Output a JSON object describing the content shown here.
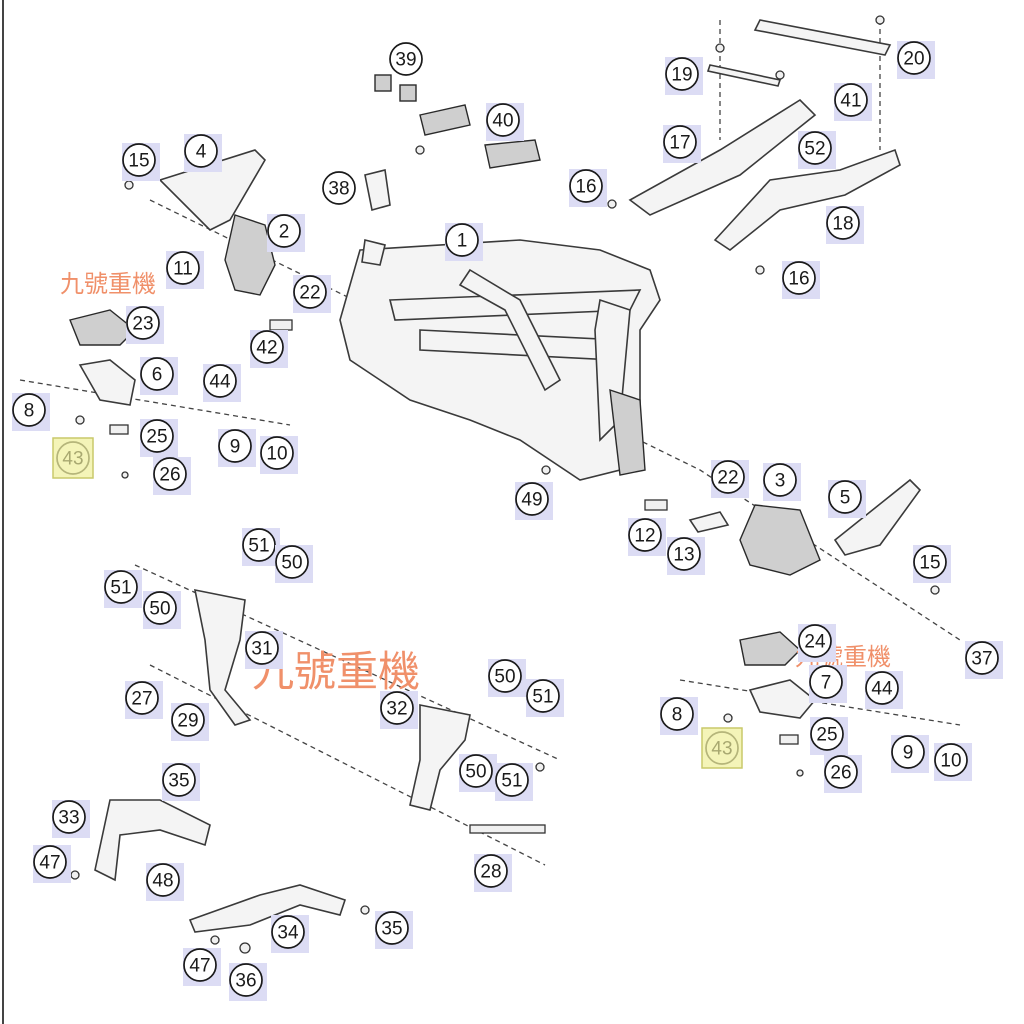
{
  "diagram": {
    "callouts": [
      {
        "label": "39",
        "style": "white"
      },
      {
        "label": "40",
        "style": "blue"
      },
      {
        "label": "38",
        "style": "white"
      },
      {
        "label": "1",
        "style": "blue"
      },
      {
        "label": "15",
        "style": "blue"
      },
      {
        "label": "4",
        "style": "blue"
      },
      {
        "label": "2",
        "style": "blue"
      },
      {
        "label": "11",
        "style": "blue"
      },
      {
        "label": "22",
        "style": "blue"
      },
      {
        "label": "23",
        "style": "blue"
      },
      {
        "label": "42",
        "style": "blue"
      },
      {
        "label": "6",
        "style": "blue"
      },
      {
        "label": "44",
        "style": "blue"
      },
      {
        "label": "8",
        "style": "blue"
      },
      {
        "label": "25",
        "style": "blue"
      },
      {
        "label": "9",
        "style": "blue"
      },
      {
        "label": "10",
        "style": "blue"
      },
      {
        "label": "43",
        "style": "highlight"
      },
      {
        "label": "26",
        "style": "blue"
      },
      {
        "label": "49",
        "style": "blue"
      },
      {
        "label": "19",
        "style": "blue"
      },
      {
        "label": "20",
        "style": "blue"
      },
      {
        "label": "41",
        "style": "blue"
      },
      {
        "label": "17",
        "style": "blue"
      },
      {
        "label": "52",
        "style": "blue"
      },
      {
        "label": "16",
        "style": "blue"
      },
      {
        "label": "18",
        "style": "blue"
      },
      {
        "label": "16",
        "style": "blue"
      },
      {
        "label": "22",
        "style": "blue"
      },
      {
        "label": "3",
        "style": "blue"
      },
      {
        "label": "5",
        "style": "blue"
      },
      {
        "label": "12",
        "style": "blue"
      },
      {
        "label": "13",
        "style": "blue"
      },
      {
        "label": "15",
        "style": "blue"
      },
      {
        "label": "24",
        "style": "blue"
      },
      {
        "label": "37",
        "style": "blue"
      },
      {
        "label": "7",
        "style": "blue"
      },
      {
        "label": "44",
        "style": "blue"
      },
      {
        "label": "8",
        "style": "blue"
      },
      {
        "label": "25",
        "style": "blue"
      },
      {
        "label": "43",
        "style": "highlight"
      },
      {
        "label": "9",
        "style": "blue"
      },
      {
        "label": "10",
        "style": "blue"
      },
      {
        "label": "26",
        "style": "blue"
      },
      {
        "label": "51",
        "style": "blue"
      },
      {
        "label": "50",
        "style": "blue"
      },
      {
        "label": "51",
        "style": "blue"
      },
      {
        "label": "50",
        "style": "blue"
      },
      {
        "label": "31",
        "style": "blue"
      },
      {
        "label": "27",
        "style": "blue"
      },
      {
        "label": "29",
        "style": "blue"
      },
      {
        "label": "32",
        "style": "blue"
      },
      {
        "label": "50",
        "style": "blue"
      },
      {
        "label": "51",
        "style": "blue"
      },
      {
        "label": "50",
        "style": "blue"
      },
      {
        "label": "51",
        "style": "blue"
      },
      {
        "label": "35",
        "style": "blue"
      },
      {
        "label": "33",
        "style": "blue"
      },
      {
        "label": "47",
        "style": "blue"
      },
      {
        "label": "48",
        "style": "blue"
      },
      {
        "label": "28",
        "style": "blue"
      },
      {
        "label": "34",
        "style": "blue"
      },
      {
        "label": "35",
        "style": "blue"
      },
      {
        "label": "47",
        "style": "blue"
      },
      {
        "label": "36",
        "style": "blue"
      }
    ],
    "watermarks": [
      {
        "text": "九號重機",
        "size": "small"
      },
      {
        "text": "九號重機",
        "size": "big"
      },
      {
        "text": "九號重機",
        "size": "small"
      }
    ]
  },
  "colors": {
    "callout_blue_fill": "#dcdcf4",
    "callout_blue_shadow": "#b9b9e6",
    "callout_highlight_fill": "#f4f4b8",
    "callout_highlight_border": "#c9c96a",
    "watermark": "#f0906a"
  }
}
